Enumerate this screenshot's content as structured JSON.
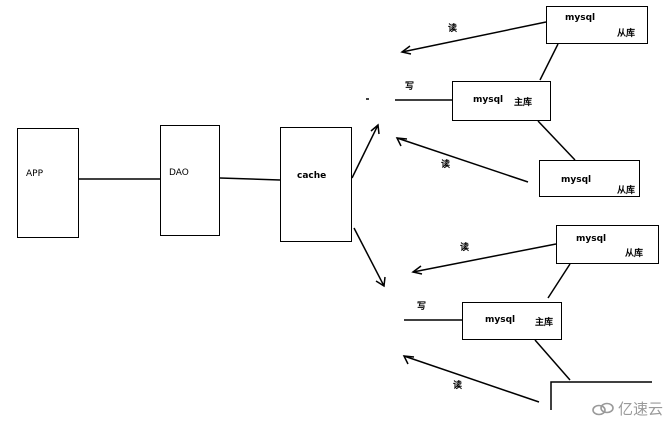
{
  "nodes": {
    "app": "APP",
    "dao": "DAO",
    "cache": "cache",
    "group1": {
      "slave_top": {
        "name": "mysql",
        "role": "从库"
      },
      "master": {
        "name": "mysql",
        "role": "主库"
      },
      "slave_bottom": {
        "name": "mysql",
        "role": "从库"
      }
    },
    "group2": {
      "slave_top": {
        "name": "mysql",
        "role": "从库"
      },
      "master": {
        "name": "mysql",
        "role": "主库"
      }
    }
  },
  "edge_labels": {
    "read": "读",
    "write": "写"
  },
  "watermark": {
    "text": "亿速云"
  }
}
